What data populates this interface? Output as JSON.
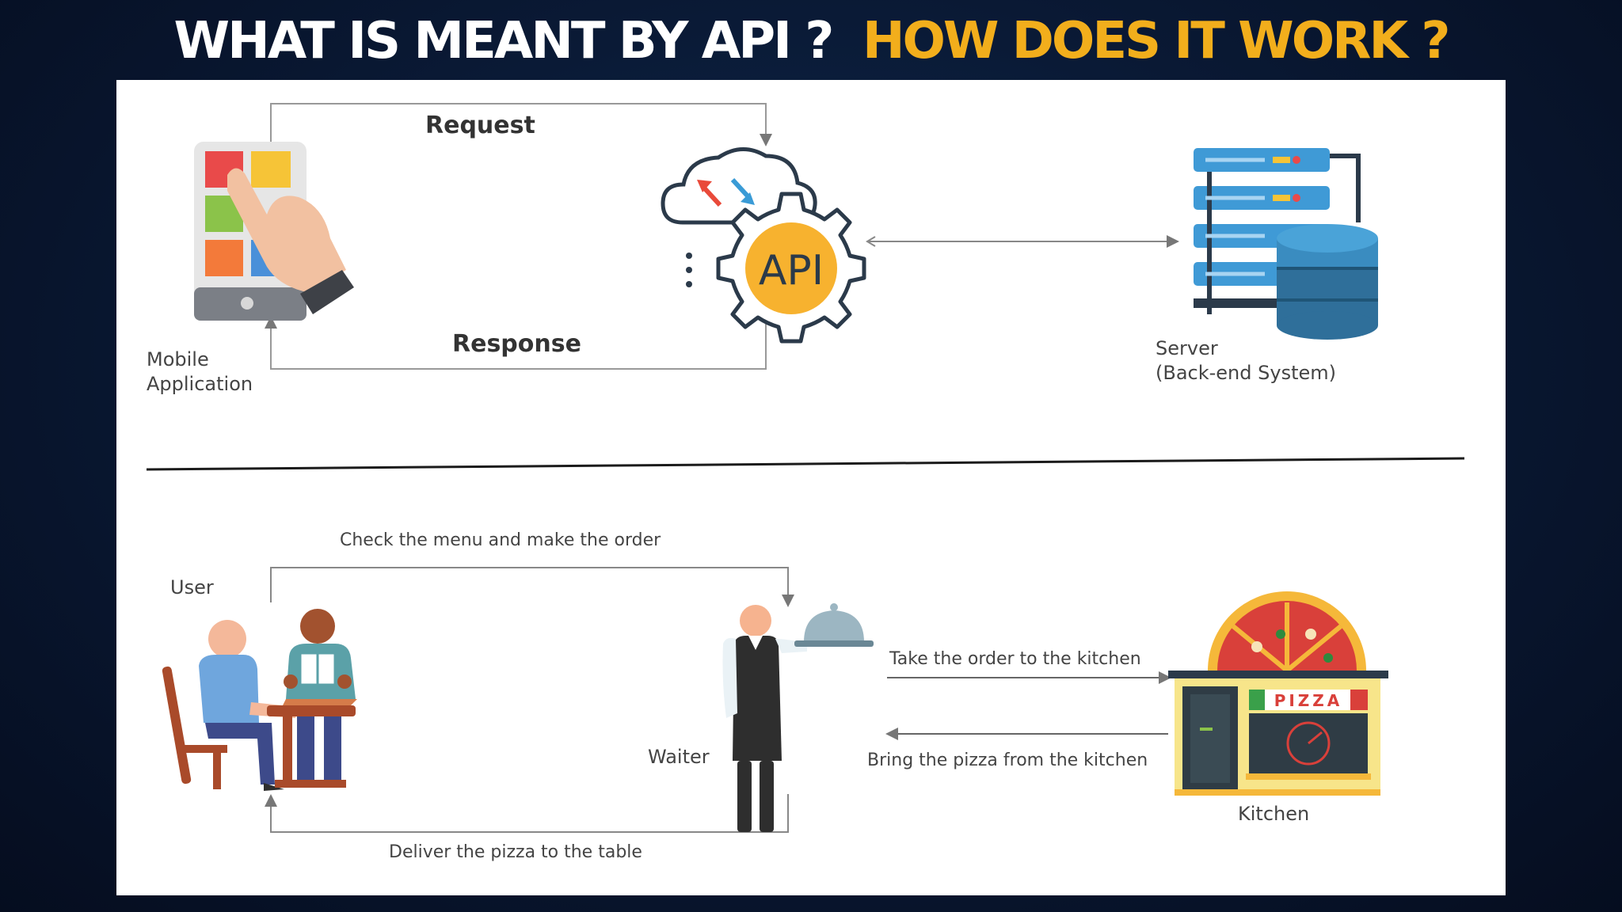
{
  "title": {
    "part1": "WHAT IS MEANT BY API ?",
    "part2": "HOW DOES IT WORK ?"
  },
  "colors": {
    "background": "#0a1a36",
    "title_white": "#ffffff",
    "title_accent": "#f2ae1c",
    "panel": "#ffffff",
    "api_gear_fill": "#f7b22f",
    "server_blue": "#3f9ad6",
    "database_blue": "#2f6f9a",
    "pizza_red": "#d9403a"
  },
  "top_diagram": {
    "request_label": "Request",
    "response_label": "Response",
    "api_label": "API",
    "mobile_label_line1": "Mobile",
    "mobile_label_line2": "Application",
    "server_label_line1": "Server",
    "server_label_line2": "(Back-end System)",
    "icons": [
      "mobile-phone-icon",
      "cloud-sync-icon",
      "api-gear-icon",
      "server-rack-icon",
      "database-icon"
    ]
  },
  "bottom_diagram": {
    "check_menu_label": "Check the menu and make the order",
    "user_label": "User",
    "waiter_label": "Waiter",
    "take_order_label": "Take the order to the kitchen",
    "bring_pizza_label": "Bring the pizza from  the kitchen",
    "kitchen_label": "Kitchen",
    "deliver_label": "Deliver the pizza to the table",
    "pizza_sign": "PIZZA",
    "icons": [
      "diners-icon",
      "waiter-icon",
      "cloche-icon",
      "pizza-shop-icon"
    ]
  }
}
